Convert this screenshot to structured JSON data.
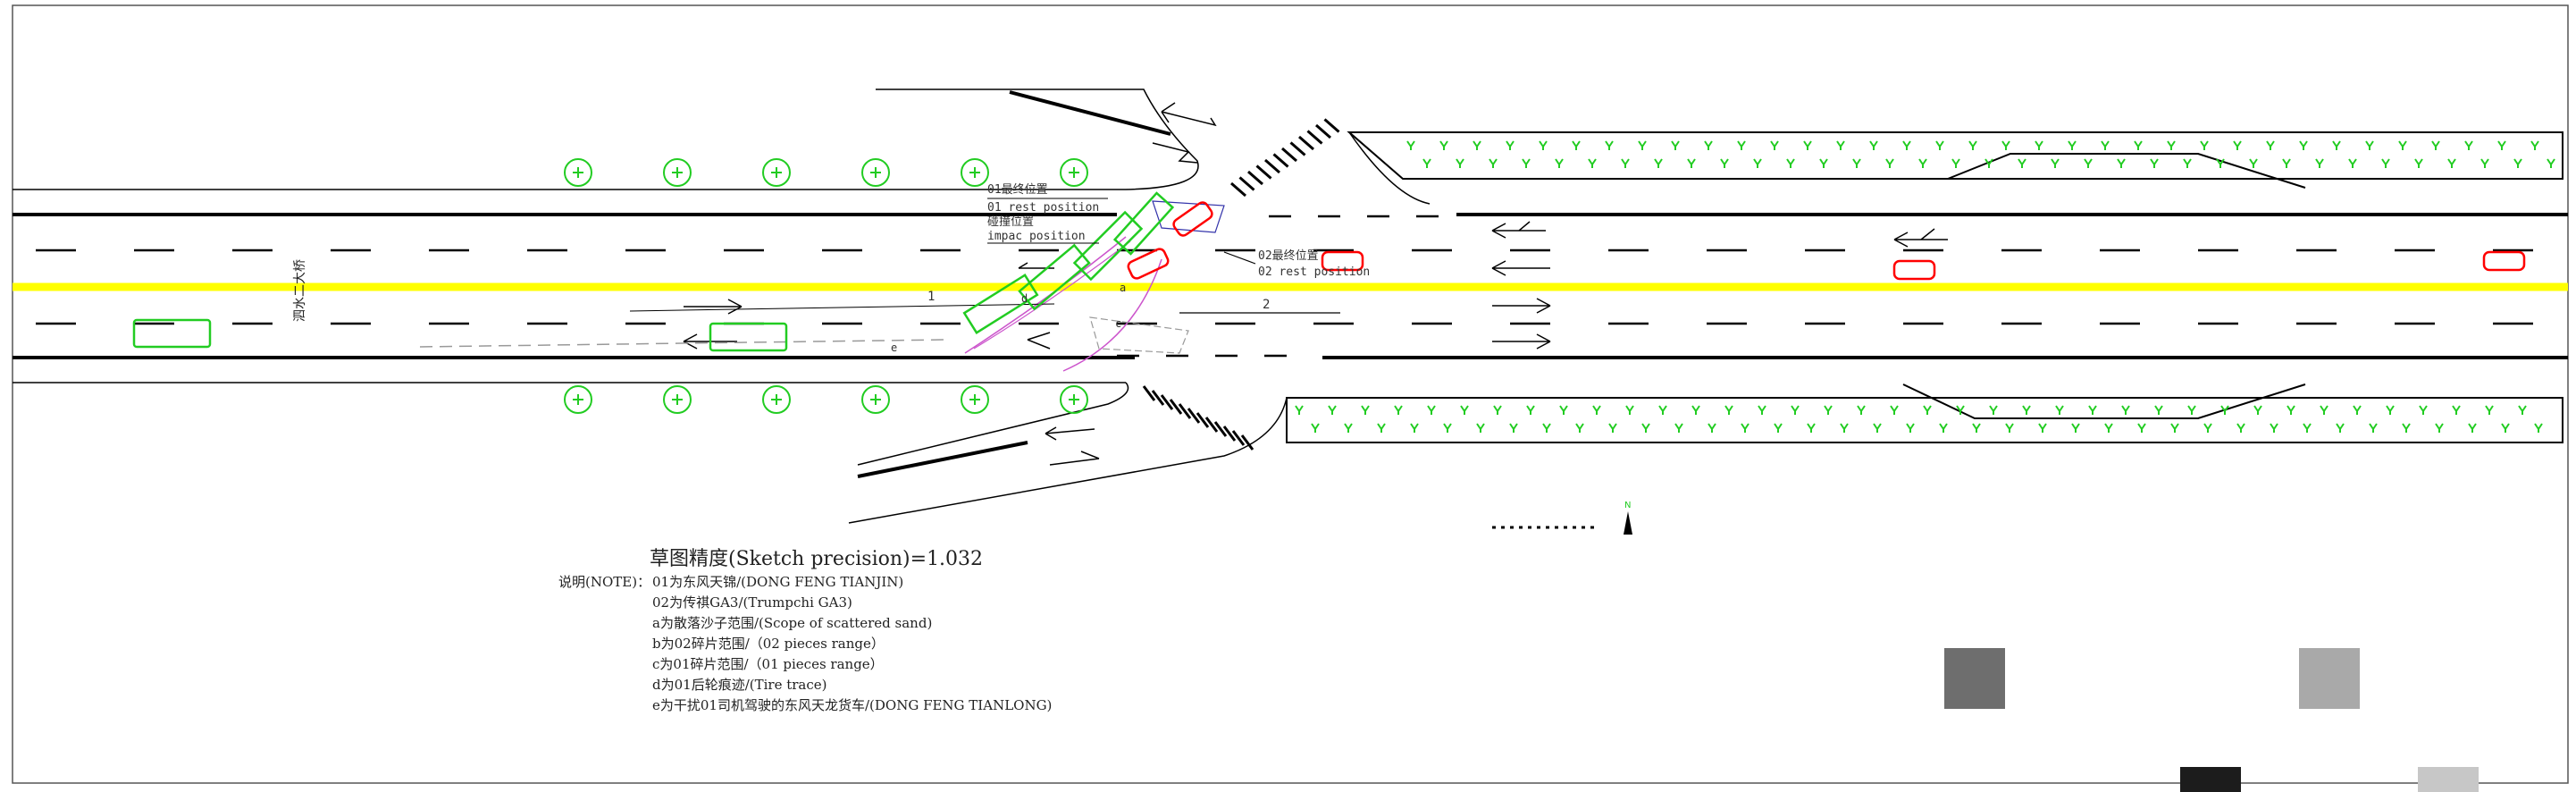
{
  "road_name": "泗水二大桥",
  "labels": {
    "rest01_cn": "01最终位置",
    "rest01_en": "01 rest position",
    "impact_cn": "碰撞位置",
    "impact_en": "impac position",
    "rest02_cn": "02最终位置",
    "rest02_en": "02 rest position",
    "track1": "1",
    "track2": "2",
    "mark_a": "a",
    "mark_c": "c",
    "mark_d": "d",
    "mark_e": "e"
  },
  "precision": "草图精度(Sketch precision)=1.032",
  "notes": {
    "prefix": "说明(NOTE)：",
    "lines": [
      "01为东风天锦/(DONG FENG TIANJIN)",
      "02为传祺GA3/(Trumpchi GA3)",
      "a为散落沙子范围/(Scope of scattered sand)",
      "b为02碎片范围/（02 pieces range）",
      "c为01碎片范围/（01 pieces range）",
      "d为01后轮痕迹/(Tire trace)",
      "e为干扰01司机驾驶的东风天龙货车/(DONG FENG TIANLONG)"
    ]
  },
  "compass_label": "N",
  "colors": {
    "center_line": "#ffff00",
    "vehicle01": "#22cc22",
    "vehicle02": "#ff0000",
    "tree": "#22cc22",
    "trace": "#cc55cc",
    "road_line": "#000000"
  }
}
